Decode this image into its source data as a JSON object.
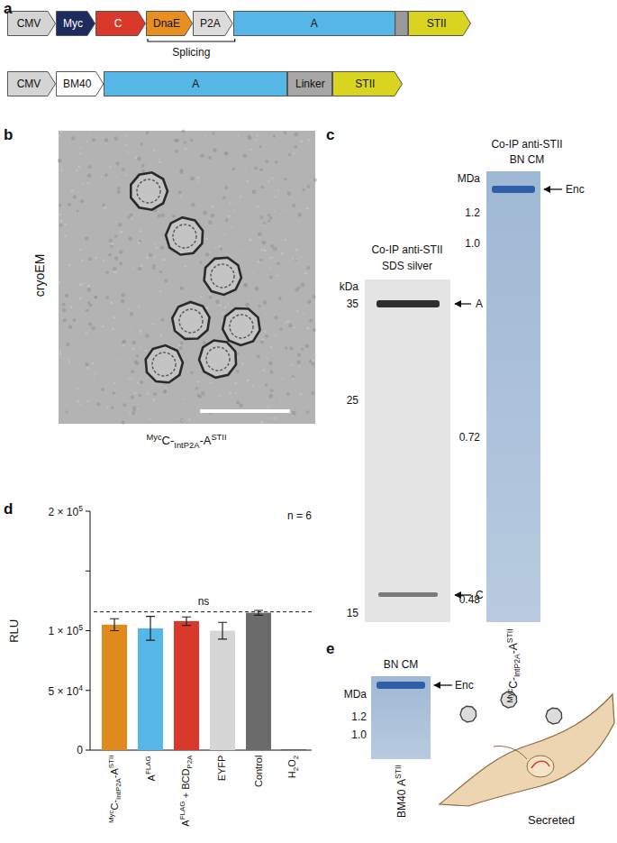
{
  "diagram": {
    "nodes": [
      {
        "text": [
          "CMV"
        ]
      },
      {
        "text": [
          "Myc"
        ]
      },
      {
        "text": [
          "C"
        ]
      },
      {
        "text": [
          "DnaE"
        ]
      },
      {
        "text": [
          "P2A"
        ]
      },
      {
        "text": [
          "A"
        ]
      },
      {
        "text": [
          "STII"
        ]
      },
      {
        "text": [
          "CMV"
        ]
      },
      {
        "text": [
          "BM40"
        ]
      },
      {
        "text": [
          "A"
        ]
      },
      {
        "text": [
          "Linker"
        ]
      },
      {
        "text": [
          "STII"
        ]
      }
    ],
    "labels": [
      "a",
      "Splicing",
      "b",
      "cryoEM",
      "Myc",
      "C-",
      "IntP2A",
      "-A",
      "STII",
      "c",
      "Co-IP anti-STII",
      "SDS silver",
      "kDa",
      "35",
      "25",
      "15",
      "A",
      "C",
      "Co-IP anti-STII",
      "BN CM",
      "MDa",
      "1.2",
      "1.0",
      "0.72",
      "0.48",
      "Enc",
      "Myc",
      "C-",
      "IntP2A",
      "-A",
      "STII",
      "d",
      "n = 6",
      "ns",
      "RLU",
      "2 × 10",
      "5",
      "1 × 10",
      "5",
      "5 × 10",
      "4",
      "0",
      "Myc",
      "C-",
      "IntP2A",
      "-A",
      "STII",
      "A",
      "FLAG",
      "A",
      "FLAG",
      "+ BCD",
      "P2A",
      "EYFP",
      "Control",
      "H",
      "2",
      "O",
      "2",
      "e",
      "BN CM",
      "MDa",
      "1.2",
      "1.0",
      "Enc",
      "BM40",
      "A",
      "STII",
      "Secreted"
    ]
  }
}
